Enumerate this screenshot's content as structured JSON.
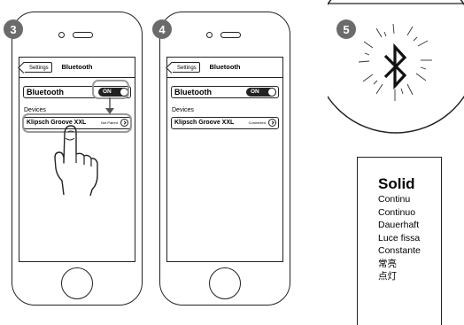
{
  "step3": {
    "badge": "3",
    "back_label": "Settings",
    "title": "Bluetooth",
    "bluetooth_label": "Bluetooth",
    "toggle_label": "ON",
    "devices_label": "Devices",
    "device_name": "Klipsch Groove XXL",
    "device_status": "Not Paired"
  },
  "step4": {
    "badge": "4",
    "back_label": "Settings",
    "title": "Bluetooth",
    "bluetooth_label": "Bluetooth",
    "toggle_label": "ON",
    "devices_label": "Devices",
    "device_name": "Klipsch Groove XXL",
    "device_status": "Connected"
  },
  "step5": {
    "badge": "5",
    "icon": "bluetooth-icon"
  },
  "legend": {
    "title": "Solid",
    "translations": [
      "Continu",
      "Continuo",
      "Dauerhaft",
      "Luce fissa",
      "Constante",
      "常亮",
      "点灯"
    ]
  },
  "colors": {
    "badge": "#6b6b6b",
    "line": "#222222"
  }
}
